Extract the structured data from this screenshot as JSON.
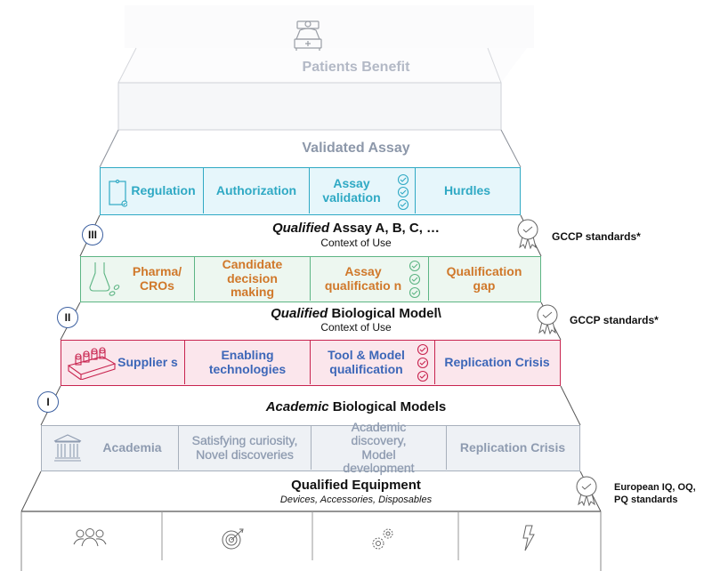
{
  "colors": {
    "tier3_border": "#2fa9c4",
    "tier3_fill": "#e6f6fb",
    "tier3_text": "#2fa9c4",
    "tier2_border": "#5db584",
    "tier2_fill": "#edf7f0",
    "tier2_text": "#d0782a",
    "tier1_border": "#c8244f",
    "tier1_fill": "#fbe6ec",
    "tier1_text": "#3d67b8",
    "tier0_border": "#a7b0bc",
    "tier0_fill": "#eef1f5",
    "tier0_text": "#8e9bb0",
    "faded_title": "#b3b9c6",
    "validated_title": "#8d98aa",
    "badge_border": "#3b5fa0"
  },
  "top": {
    "icon": "hospital-bed-icon",
    "title": "Patients Benefit"
  },
  "validated": {
    "title": "Validated Assay",
    "cells": [
      {
        "icon": "clipboard-icon",
        "label": "Regulation"
      },
      {
        "label": "Authorization"
      },
      {
        "label": "Assay validation",
        "icon": "checklist-icon"
      },
      {
        "label": "Hurdles"
      }
    ]
  },
  "tiers": [
    {
      "numeral": "III",
      "title_italic": "Qualified",
      "title_rest": " Assay A, B, C, …",
      "subtitle": "Context of Use",
      "standard": "GCCP standards*",
      "cells": [
        {
          "icon": "flask-icon",
          "label": "Pharma/ CROs"
        },
        {
          "label": "Candidate decision making"
        },
        {
          "label": "Assay qualificatio n",
          "icon": "checklist-icon"
        },
        {
          "label": "Qualification gap"
        }
      ]
    },
    {
      "numeral": "II",
      "title_italic": "Qualified",
      "title_rest": " Biological Model\\",
      "subtitle": "Context of Use",
      "standard": "GCCP standards*",
      "cells": [
        {
          "icon": "lab-plate-icon",
          "label": "Supplier s"
        },
        {
          "label": "Enabling technologies"
        },
        {
          "label": "Tool & Model qualification",
          "icon": "checklist-icon"
        },
        {
          "label": "Replication Crisis"
        }
      ]
    },
    {
      "numeral": "I",
      "title_italic": "Academic",
      "title_rest": " Biological Models",
      "cells": [
        {
          "icon": "institution-icon",
          "label": "Academia"
        },
        {
          "label": "Satisfying curiosity, Novel discoveries"
        },
        {
          "label": "Academic discovery, Model development"
        },
        {
          "label": "Replication Crisis"
        }
      ]
    }
  ],
  "equipment": {
    "title": "Qualified Equipment",
    "subtitle": "Devices, Accessories, Disposables",
    "standard_line1": "European IQ, OQ,",
    "standard_line2": "PQ standards",
    "icons": [
      "people-group-icon",
      "target-icon",
      "gears-icon",
      "lightning-icon"
    ]
  }
}
